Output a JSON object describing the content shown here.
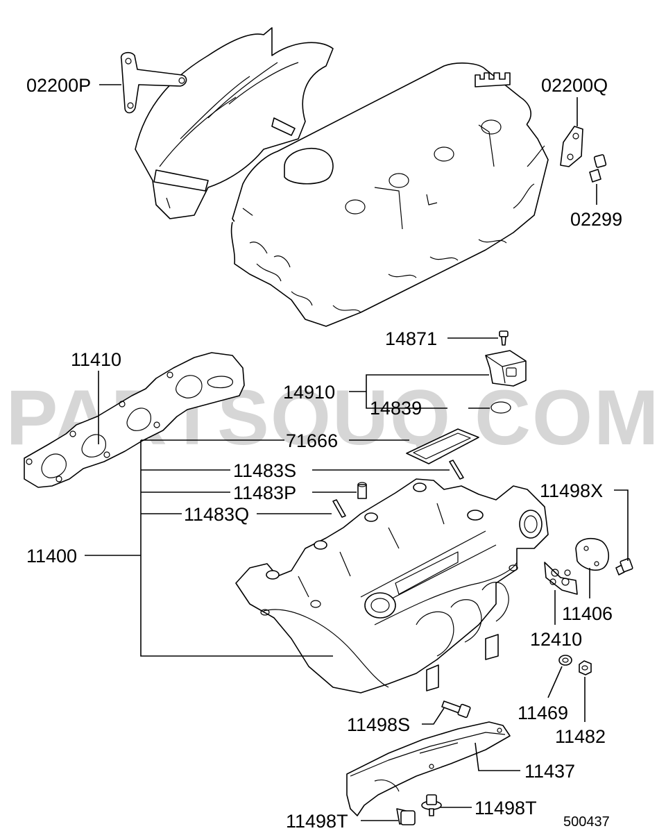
{
  "watermark": "PARTSOUQ.COM",
  "diagram_code": "500437",
  "part_labels": {
    "p02200P": "02200P",
    "p02200Q": "02200Q",
    "p02299": "02299",
    "p14871": "14871",
    "p11410": "11410",
    "p14910": "14910",
    "p14839": "14839",
    "p71666": "71666",
    "p11483S": "11483S",
    "p11483P": "11483P",
    "p11483Q": "11483Q",
    "p11400": "11400",
    "p11498X": "11498X",
    "p11406": "11406",
    "p12410": "12410",
    "p11469": "11469",
    "p11498S": "11498S",
    "p11482": "11482",
    "p11437": "11437",
    "p11498T_a": "11498T",
    "p11498T_b": "11498T"
  }
}
